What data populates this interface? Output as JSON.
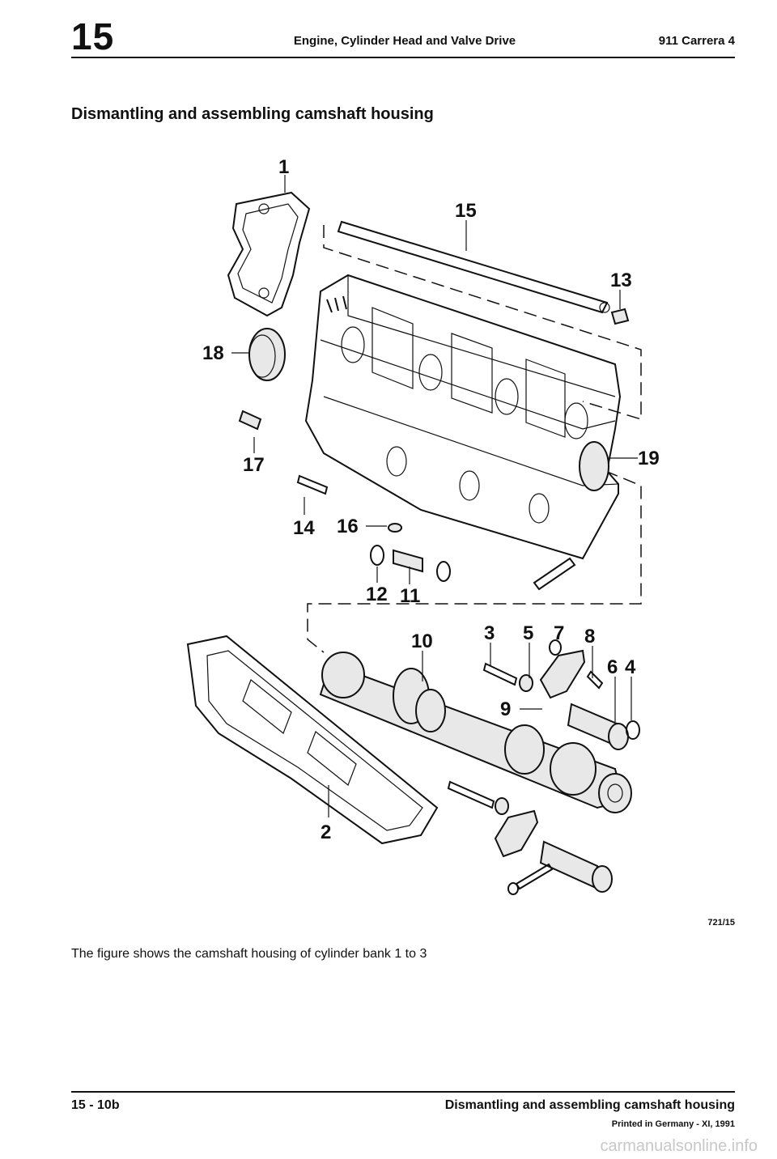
{
  "header": {
    "section_number": "15",
    "title": "Engine, Cylinder Head and Valve Drive",
    "model": "911 Carrera 4"
  },
  "section_title": "Dismantling and assembling camshaft housing",
  "figure": {
    "callouts": [
      "1",
      "15",
      "13",
      "18",
      "17",
      "19",
      "14",
      "16",
      "12",
      "11",
      "10",
      "3",
      "5",
      "7",
      "8",
      "6",
      "4",
      "9",
      "2"
    ],
    "reference": "721/15"
  },
  "caption": "The figure shows the camshaft housing of cylinder bank 1 to 3",
  "footer": {
    "page": "15 - 10b",
    "title": "Dismantling and assembling camshaft housing",
    "printed": "Printed in Germany - XI, 1991"
  },
  "watermark": "carmanualsonline.info"
}
